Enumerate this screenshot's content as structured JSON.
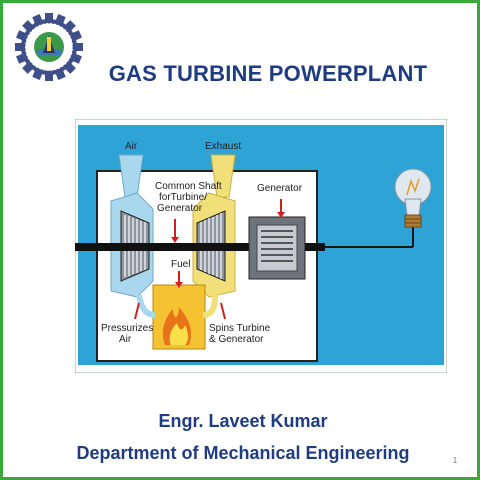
{
  "slide": {
    "title": "GAS TURBINE POWERPLANT",
    "author": "Engr. Laveet Kumar",
    "department": "Department of Mechanical Engineering",
    "page_number": "1"
  },
  "diagram": {
    "labels": {
      "air": "Air",
      "exhaust": "Exhaust",
      "shaft_line1": "Common Shaft",
      "shaft_line2": "forTurbine/",
      "shaft_line3": "Generator",
      "generator": "Generator",
      "fuel": "Fuel",
      "pressurizes_line1": "Pressurizes",
      "pressurizes_line2": "Air",
      "spins_line1": "Spins Turbine",
      "spins_line2": "& Generator"
    },
    "icons": [
      "university-logo-icon",
      "compressor-icon",
      "turbine-icon",
      "generator-icon",
      "combustor-flame-icon",
      "light-bulb-icon"
    ],
    "colors": {
      "background": "#2ea3d5",
      "air_flow": "#a9d8ee",
      "exhaust_flow": "#f1e07a",
      "fuel_box": "#f5c232",
      "shaft": "#111111"
    }
  },
  "colors": {
    "border": "#3aa83a",
    "title": "#1f3b82"
  }
}
